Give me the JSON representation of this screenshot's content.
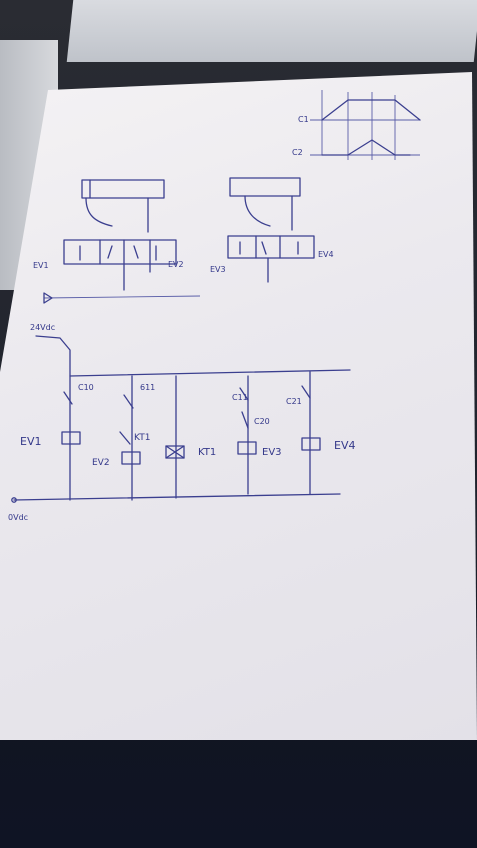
{
  "labels": {
    "supply_pos": "24Vdc",
    "supply_neg": "0Vdc",
    "ev1": "EV1",
    "ev2": "EV2",
    "ev3": "EV3",
    "ev4": "EV4",
    "kt1": "KT1",
    "c10": "C10",
    "c11": "C11",
    "c20": "C20",
    "c21": "C21",
    "sw_611": "611",
    "ch_c1": "C1",
    "ch_c2": "C2",
    "pneu_ev1": "EV1",
    "pneu_ev2": "EV2",
    "pneu_ev3": "EV3",
    "pneu_ev4": "EV4"
  }
}
